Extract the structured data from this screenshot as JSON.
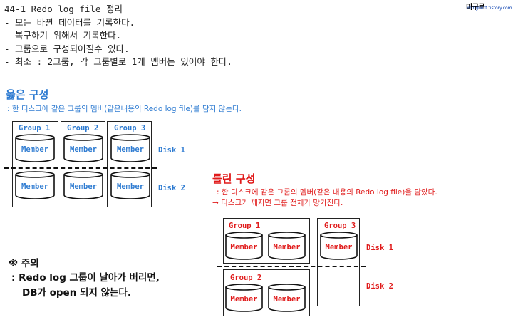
{
  "header": {
    "title": "44-1 Redo log file 정리",
    "bullets": [
      "- 모든 바뀐 데이터를 기록한다.",
      "- 복구하기 위해서 기록한다.",
      "- 그룹으로 구성되어질수 있다.",
      "- 최소 : 2그룹, 각 그룹별로 1개 멤버는 있어야 한다."
    ]
  },
  "logo": {
    "title": "미구르",
    "url": "mingnurt.tistory.com"
  },
  "correct": {
    "title": "옳은 구성",
    "subtitle": ": 한 디스크에 같은 그룹의 멤버(같은내용의 Redo log file)를 담지 않는다.",
    "groups": [
      "Group 1",
      "Group 2",
      "Group 3"
    ],
    "member_label": "Member",
    "disks": [
      "Disk 1",
      "Disk 2"
    ]
  },
  "wrong": {
    "title": "틀린 구성",
    "subtitle": ": 한 디스크에 같은 그룹의 멤버(같은 내용의 Redo log file)을 담았다.",
    "consequence": "→ 디스크가 깨지면 그룹 전체가 망가진다.",
    "groups": [
      "Group 1",
      "Group 2",
      "Group 3"
    ],
    "member_label": "Member",
    "disks": [
      "Disk 1",
      "Disk 2"
    ]
  },
  "caution": {
    "title": "※ 주의",
    "line1": ": Redo log 그룹이 날아가 버리면,",
    "line2": "DB가 open 되지 않는다."
  },
  "colors": {
    "blue": "#2e7bd1",
    "red": "#e01a1a",
    "text": "#111111"
  }
}
